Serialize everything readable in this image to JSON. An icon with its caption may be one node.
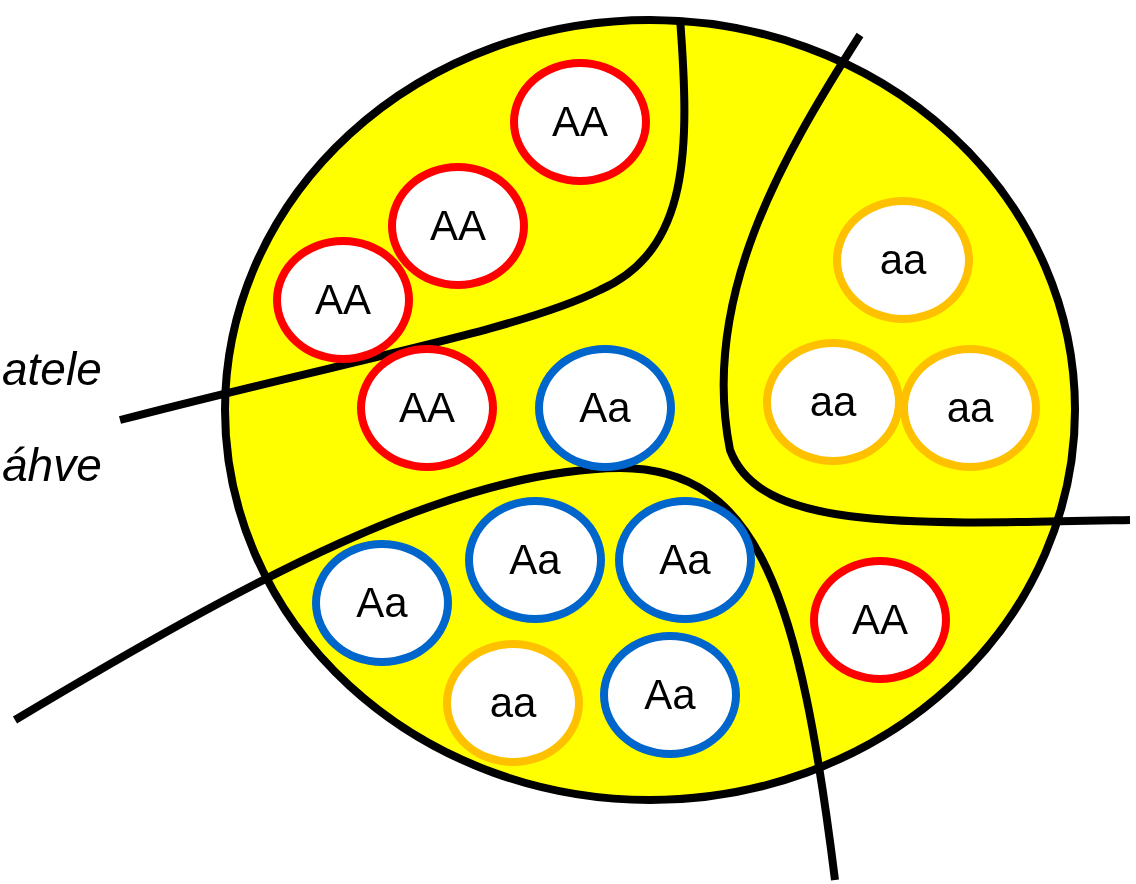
{
  "diagram": {
    "nodes": [
      {
        "text": [
          "AA"
        ]
      },
      {
        "text": [
          "AA"
        ]
      },
      {
        "text": [
          "AA"
        ]
      },
      {
        "text": [
          "aa"
        ]
      },
      {
        "text": [
          "AA"
        ]
      },
      {
        "text": [
          "Aa"
        ]
      },
      {
        "text": [
          "aa"
        ]
      },
      {
        "text": [
          "aa"
        ]
      },
      {
        "text": [
          "Aa"
        ]
      },
      {
        "text": [
          "Aa"
        ]
      },
      {
        "text": [
          "Aa"
        ]
      },
      {
        "text": [
          "AA"
        ]
      },
      {
        "text": [
          "aa"
        ]
      },
      {
        "text": [
          "Aa"
        ]
      }
    ],
    "labels": [
      "atele",
      "áhve"
    ]
  }
}
